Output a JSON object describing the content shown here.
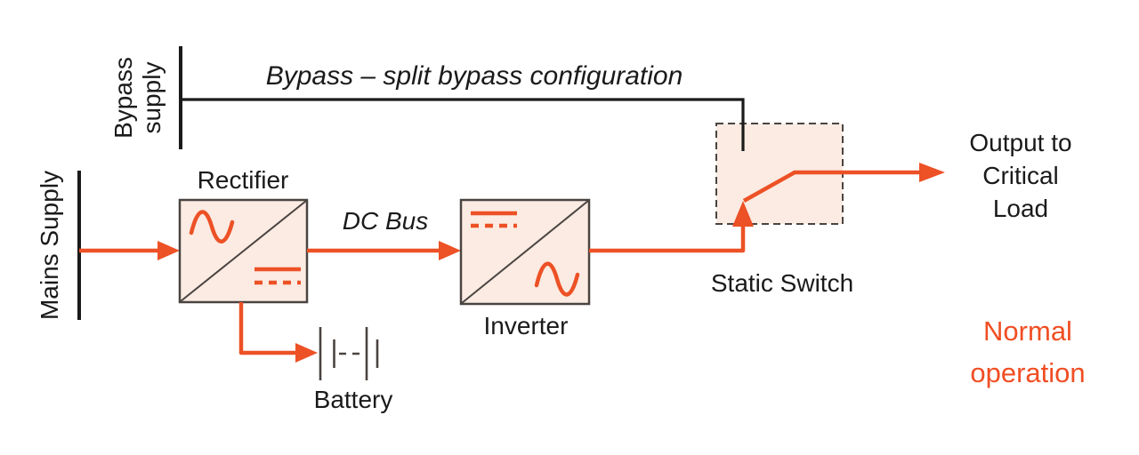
{
  "diagram": {
    "title": "Bypass – split bypass configuration",
    "sources": {
      "bypass_supply_line1": "Bypass",
      "bypass_supply_line2": "supply",
      "mains_supply": "Mains Supply"
    },
    "blocks": {
      "rectifier": "Rectifier",
      "inverter": "Inverter",
      "battery": "Battery",
      "static_switch": "Static Switch"
    },
    "bus": {
      "dc_bus": "DC Bus"
    },
    "output": {
      "line1": "Output to",
      "line2": "Critical",
      "line3": "Load"
    },
    "mode": {
      "line1": "Normal",
      "line2": "operation"
    },
    "colors": {
      "accent_orange": "#ED5126",
      "mode_orange": "#F04E23",
      "block_fill": "#FBEBE2",
      "line_black": "#1A1A1A",
      "border_dark": "#4A4441"
    }
  }
}
